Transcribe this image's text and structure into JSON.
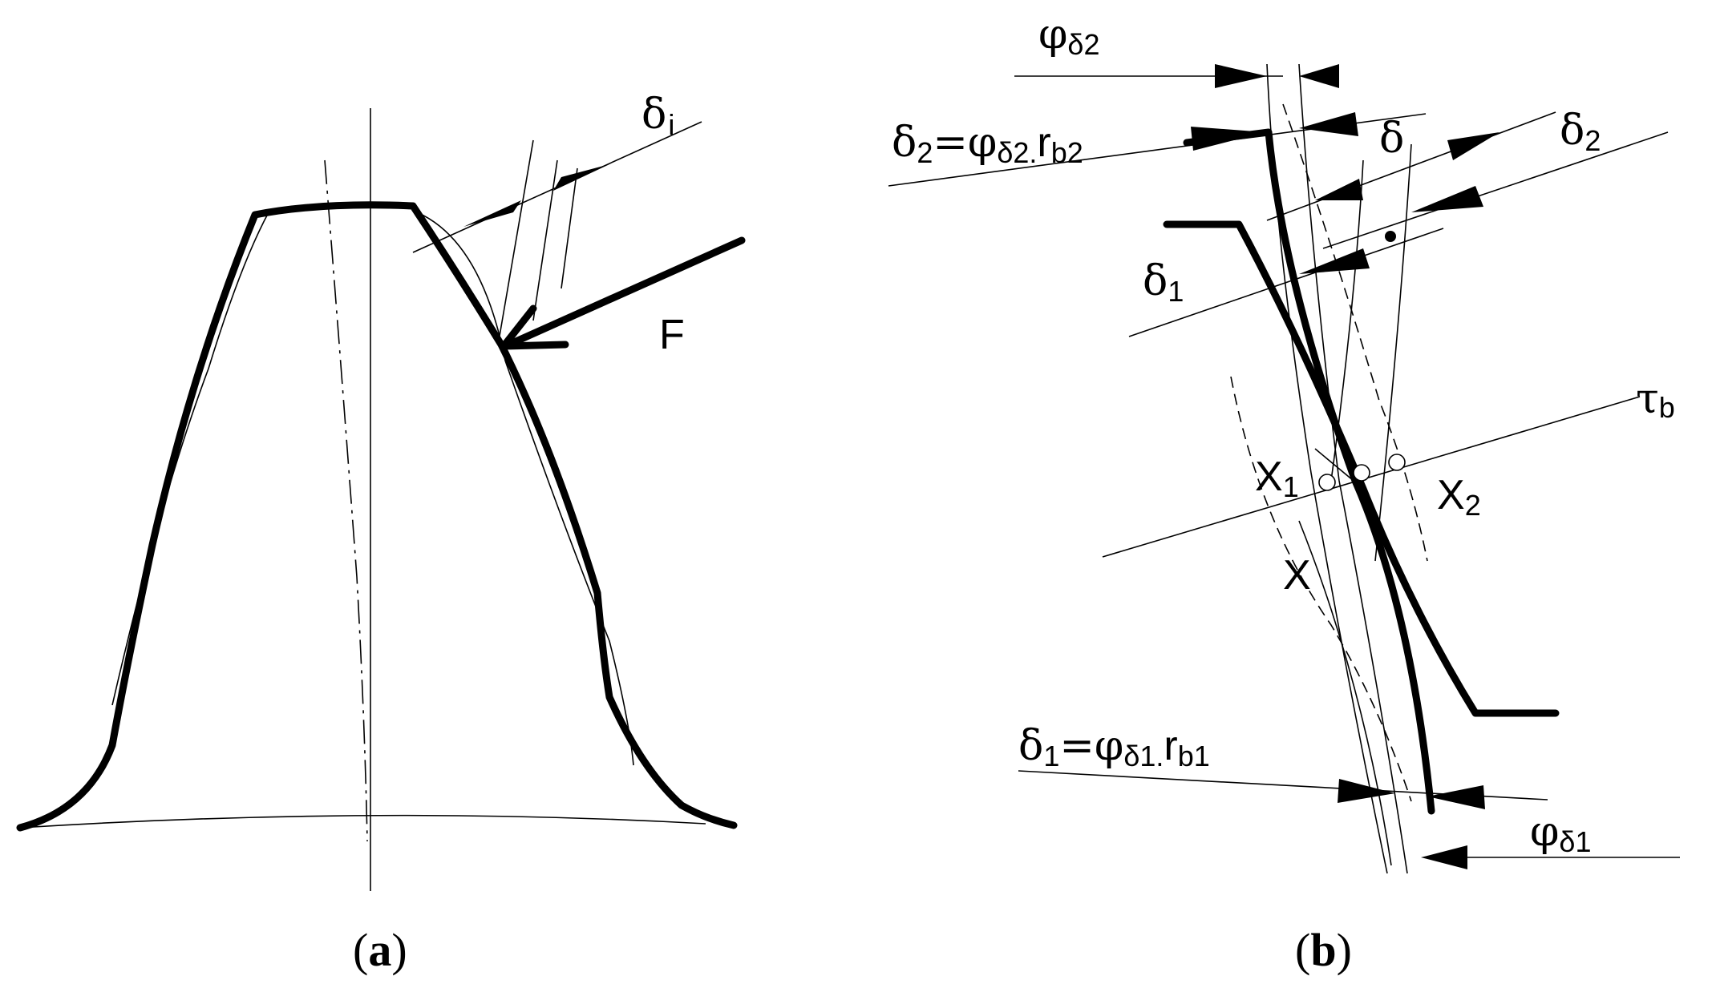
{
  "panel_a": {
    "caption_open": "(",
    "caption_letter": "a",
    "caption_close": ")",
    "label_force": "F",
    "label_delta_i_main": "δ",
    "label_delta_i_sub": "i"
  },
  "panel_b": {
    "caption_open": "(",
    "caption_letter": "b",
    "caption_close": ")",
    "phi_delta2_main": "φ",
    "phi_delta2_sub": "δ2",
    "delta2_eq_a": "δ",
    "delta2_eq_b": "2",
    "delta2_eq_c": "=φ",
    "delta2_eq_d": "δ2.",
    "delta2_eq_e": "r",
    "delta2_eq_f": "b2",
    "delta_main": "δ",
    "delta2_main": "δ",
    "delta2_sub": "2",
    "delta1_main": "δ",
    "delta1_sub": "1",
    "tau_main": "τ",
    "tau_sub": "b",
    "x1_main": "X",
    "x1_sub": "1",
    "x2_main": "X",
    "x2_sub": "2",
    "x_main": "X",
    "delta1_eq_a": "δ",
    "delta1_eq_b": "1",
    "delta1_eq_c": "=φ",
    "delta1_eq_d": "δ1.",
    "delta1_eq_e": "r",
    "delta1_eq_f": "b1",
    "phi_delta1_main": "φ",
    "phi_delta1_sub": "δ1"
  }
}
